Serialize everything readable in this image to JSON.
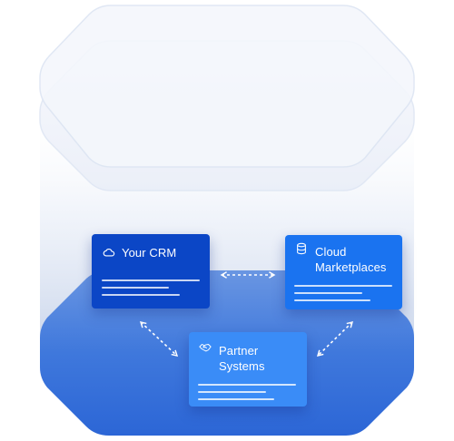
{
  "colors": {
    "crm_card": "#0b46c6",
    "cloud_card": "#1a73f0",
    "partner_card": "#3a8cf7",
    "base_top": "#5b8ee0",
    "base_bottom": "#2f6ad8",
    "glass_layer": "#eef3fb",
    "connector": "#ffffff"
  },
  "cards": {
    "crm": {
      "title": "Your CRM",
      "icon": "cloud-icon",
      "lines": 3
    },
    "cloud": {
      "title": "Cloud\nMarketplaces",
      "icon": "database-icon",
      "lines": 3
    },
    "partner": {
      "title": "Partner\nSystems",
      "icon": "handshake-icon",
      "lines": 3
    }
  },
  "connections": [
    {
      "from": "crm",
      "to": "cloud",
      "style": "dashed",
      "arrows": "both"
    },
    {
      "from": "crm",
      "to": "partner",
      "style": "dashed",
      "arrows": "both"
    },
    {
      "from": "cloud",
      "to": "partner",
      "style": "dashed",
      "arrows": "both"
    }
  ]
}
